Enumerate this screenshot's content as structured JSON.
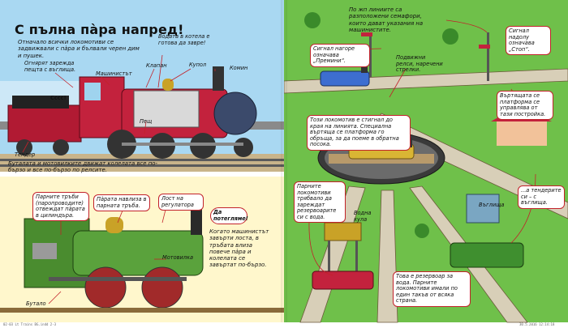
{
  "left_page": {
    "title": "С пълна пàра напред!",
    "intro": "Отначало всички локомотиви се задвижвали с пàра и бълвали черен дим и пушек.",
    "labels": {
      "stoker": "Огнярят зарежда пещта с въглища.",
      "driver": "Машинистът",
      "boiler_water": "Водата в котела е готова да завре!",
      "regulator": "Клапан",
      "dome": "Купол",
      "chimney": "Комин",
      "firebox": "Пещ",
      "tender": "Тендер",
      "coal_speech": "Сссс!",
      "wheels_caption": "Буталата и мотовилките движат колелата все по-бързо и все по-бързо по релсите.",
      "steam_pipes": "Парните тръби (паропроводите) отвеждат пàрата в цилиндъра.",
      "steam_enters": "Пàрата навлиза в парната тръба.",
      "regulator_lever": "Лост на регулатора",
      "lets_go": "Да потегляме!",
      "driver_lever": "Когато машинистът завърти лоста, в тръбата влиза повече пàра и колелата се завъртат по-бързо.",
      "connecting_rod": "Мотовилка",
      "piston": "Бутало"
    }
  },
  "right_page": {
    "labels": {
      "signals_intro": "По жп линиите са разположени семафори, които дават указания на машинистите.",
      "signal_down": "Сигнал надолу означава „Стоп“.",
      "signal_up": "Сигнал нагоре означава „Премини“.",
      "points": "Подвижни релси, наречени стрелки.",
      "turntable_note": "Въртящата се платформа се управлява от тази постройка.",
      "turntable": "Този локомотив е стигнал до края на линията. Специална въртяща се платформа го обръща, за да поеме в обратна посока.",
      "water_need": "Парните локомотиви трябвало да зареждат резервоарите си с вода.",
      "water_tower": "Водна кула",
      "tender_coal": "...а тендерите си – с въглища.",
      "coal_crane": "Въглища",
      "reservoir": "Това е резервоар за вода. Парните локомотиви имали по един такъв от всяка страна."
    }
  },
  "footer": {
    "left": "02-03 Lt Trains BG.indd 2-3",
    "right": "30.5.2016   12:14:18"
  },
  "colors": {
    "sky": "#a9d8f2",
    "platform": "#cde8f7",
    "red_engine": "#c3223d",
    "green_engine": "#5aa23c",
    "grass": "#6fc04a",
    "ground_brown": "#a46a3c",
    "cream": "#fff7cc",
    "callout_line": "#c2222a"
  }
}
